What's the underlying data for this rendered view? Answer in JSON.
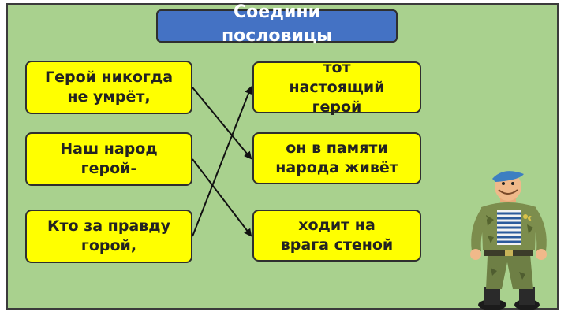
{
  "title": "Соедини\nпословицы",
  "left_items": [
    "Герой никогда\nне умрёт,",
    "Наш народ\nгерой-",
    "Кто за правду\nгорой,"
  ],
  "right_items": [
    "тот\nнастоящий\nгерой",
    "он в памяти\nнарода живёт",
    "ходит на\nврага стеной"
  ],
  "matches": [
    [
      0,
      1
    ],
    [
      1,
      2
    ],
    [
      2,
      0
    ]
  ],
  "colors": {
    "background": "#a9d18e",
    "title_bar": "#4472c4",
    "box": "#ffff00",
    "line": "#111111"
  },
  "illustration": "cartoon-soldier"
}
